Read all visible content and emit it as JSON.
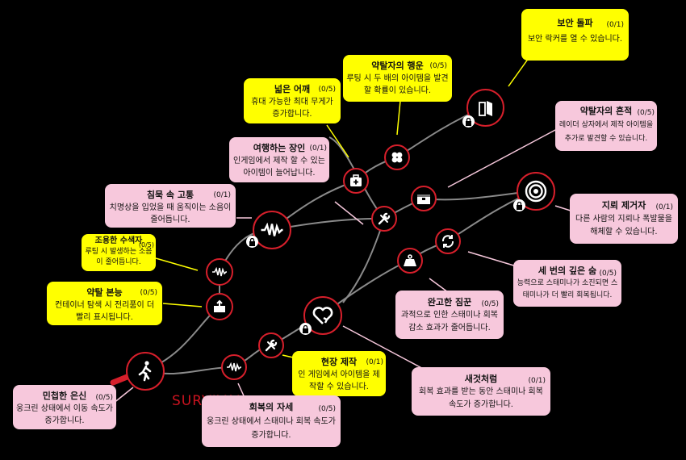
{
  "tree_label": "SURVIVAL",
  "skills": [
    {
      "id": "nimble",
      "title": "민첩한 은신",
      "count": "(0/5)",
      "desc": "웅크린 상태에서 이동 속도가 증가합니다.",
      "unlocked": true
    },
    {
      "id": "instinct",
      "title": "약탈 본능",
      "count": "(0/5)",
      "desc": "컨테이너 탐색 시 전리품이 더 빨리 표시됩니다."
    },
    {
      "id": "quiet_search",
      "title": "조용한 수색자",
      "count": "(0/5)",
      "desc": "루팅 시 발생하는 소음이 줄어듭니다."
    },
    {
      "id": "silent_pain",
      "title": "침묵 속 고통",
      "count": "(0/1)",
      "desc": "치명상을 입었을 때 움직이는 소음이 줄어듭니다.",
      "locked": true
    },
    {
      "id": "traveler",
      "title": "여행하는 장인",
      "count": "(0/1)",
      "desc": "인게임에서 제작 할 수 있는 아이템이 늘어납니다."
    },
    {
      "id": "broad",
      "title": "넓은 어깨",
      "count": "(0/5)",
      "desc": "휴대 가능한 최대 무게가 증가합니다."
    },
    {
      "id": "luck",
      "title": "약탈자의 행운",
      "count": "(0/5)",
      "desc": "루팅 시 두 배의 아이템을 발견할 확률이 있습니다."
    },
    {
      "id": "breach",
      "title": "보안 돌파",
      "count": "(0/1)",
      "desc": "보안 락커를 열 수 있습니다.",
      "locked": true
    },
    {
      "id": "trace",
      "title": "약탈자의 흔적",
      "count": "(0/5)",
      "desc": "레이더 상자에서 제작 아이템을 추가로 발견할 수 있습니다."
    },
    {
      "id": "mine",
      "title": "지뢰 제거자",
      "count": "(0/1)",
      "desc": "다른 사람의 지뢰나 폭발물을 해체할 수 있습니다.",
      "locked": true
    },
    {
      "id": "breath",
      "title": "세 번의 깊은 숨",
      "count": "(0/5)",
      "desc": "능력으로 스태미나가 소진되면 스태미나가 더 빨리 회복됩니다."
    },
    {
      "id": "burden",
      "title": "완고한 짐꾼",
      "count": "(0/5)",
      "desc": "과적으로 인한 스태미나 회복 감소 효과가 줄어듭니다."
    },
    {
      "id": "fresh",
      "title": "새것처럼",
      "count": "(0/1)",
      "desc": "회복 효과를 받는 동안 스태미나 회복 속도가 증가합니다.",
      "locked": true
    },
    {
      "id": "field",
      "title": "현장 제작",
      "count": "(0/1)",
      "desc": "인 게임에서 아이템을 제작할 수 있습니다."
    },
    {
      "id": "recovery",
      "title": "회복의 자세",
      "count": "(0/5)",
      "desc": "웅크린 상태에서 스태미나 회복 속도가 증가합니다."
    }
  ],
  "colors": {
    "accent": "#d61f2b",
    "link": "#8a8a8a",
    "card_yellow": "#ffff00",
    "card_pink": "#f7c8dc"
  }
}
